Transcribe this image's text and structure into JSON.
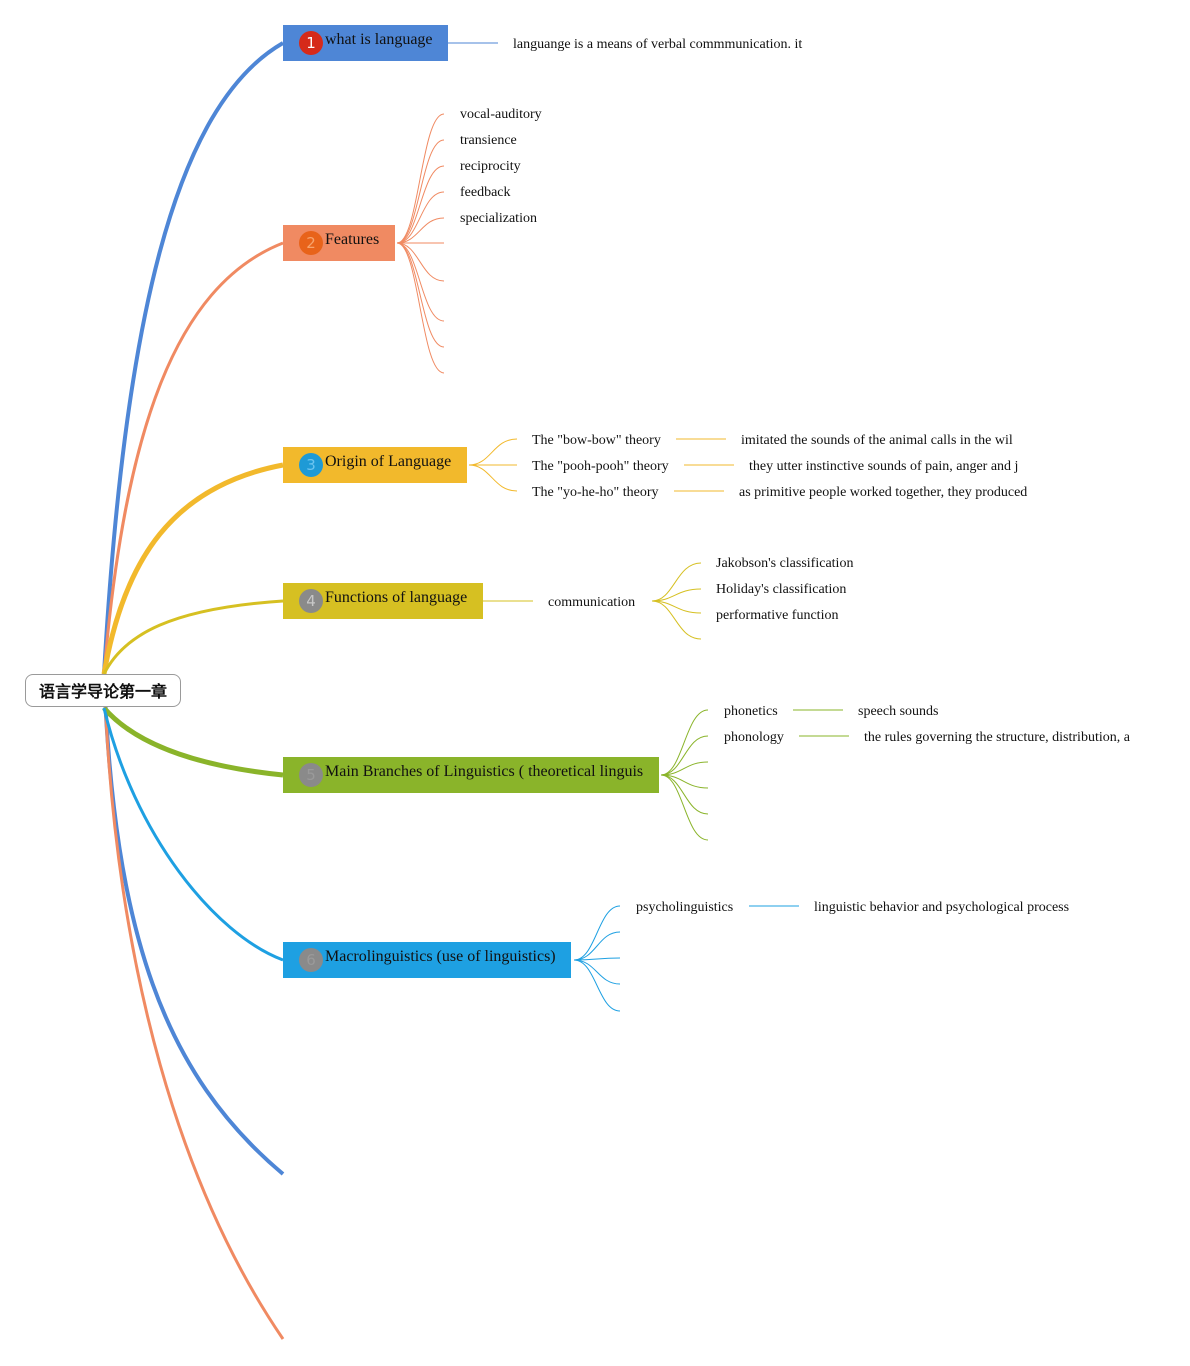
{
  "root": {
    "label": "语言学导论第一章"
  },
  "topics": [
    {
      "number": "1",
      "label": "what is language",
      "color": "#4e86d6",
      "badge_color": "#d62a1a",
      "badge_text_color": "#ffffff"
    },
    {
      "number": "2",
      "label": "Features",
      "color": "#f08a62",
      "badge_color": "#e8631a",
      "badge_text_color": "#f7a46e"
    },
    {
      "number": "3",
      "label": "Origin of Language",
      "color": "#f2b92c",
      "badge_color": "#1e9ad6",
      "badge_text_color": "#6cc4f0"
    },
    {
      "number": "4",
      "label": "Functions of language",
      "color": "#d6c022",
      "badge_color": "#8a8a8a",
      "badge_text_color": "#c8c8c8"
    },
    {
      "number": "5",
      "label": "Main Branches of Linguistics ( theoretical linguis",
      "color": "#8ab42a",
      "badge_color": "#8a8a8a",
      "badge_text_color": "#9a9a9a"
    },
    {
      "number": "6",
      "label": "Macrolinguistics (use of linguistics)",
      "color": "#1ea0e2",
      "badge_color": "#8a8a8a",
      "badge_text_color": "#9a9a9a"
    }
  ],
  "what_is_language": {
    "definition": "languange is a means of verbal commmunication. it"
  },
  "features": {
    "items": [
      "vocal-auditory",
      "transience",
      "reciprocity",
      "feedback",
      "specialization"
    ]
  },
  "origin": {
    "theories": [
      {
        "name": "The \"bow-bow\" theory",
        "detail": "imitated the sounds of the animal calls in the wil"
      },
      {
        "name": "The \"pooh-pooh\" theory",
        "detail": "they utter instinctive sounds of pain, anger and j"
      },
      {
        "name": "The \"yo-he-ho\" theory",
        "detail": "as primitive people worked together, they produced"
      }
    ]
  },
  "functions": {
    "main": "communication",
    "items": [
      "Jakobson's classification",
      "Holiday's classification",
      "performative function"
    ]
  },
  "branches": {
    "items": [
      {
        "name": "phonetics",
        "detail": "speech sounds"
      },
      {
        "name": "phonology",
        "detail": "the rules governing the structure, distribution, a"
      }
    ]
  },
  "macro": {
    "items": [
      {
        "name": "psycholinguistics",
        "detail": "linguistic behavior and psychological process"
      }
    ]
  },
  "colors": {
    "extra_blue_branch": "#4e86d6",
    "extra_orange_branch": "#f08a62"
  }
}
